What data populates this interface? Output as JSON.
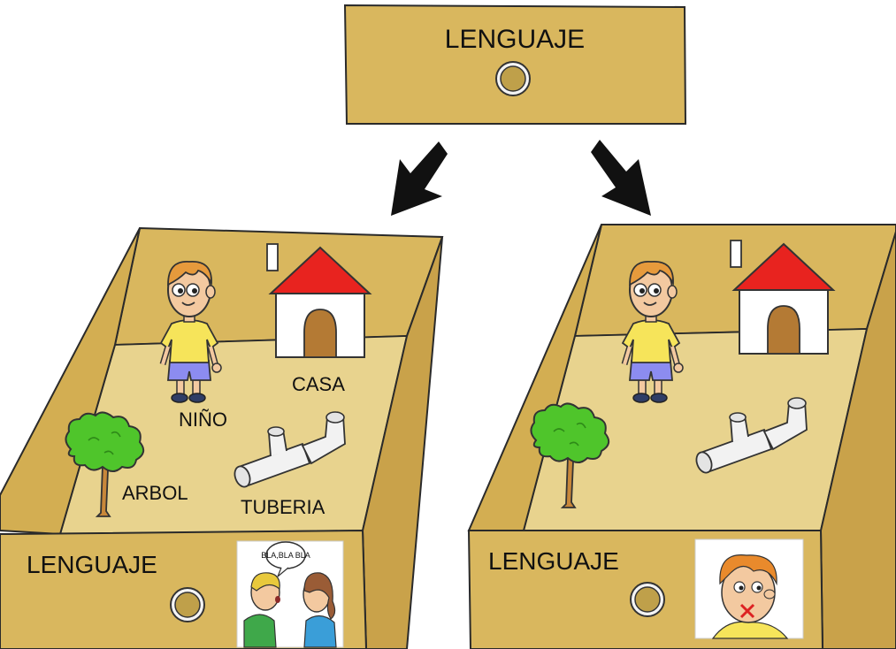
{
  "top_drawer": {
    "label": "LENGUAJE"
  },
  "left_box": {
    "front_label": "LENGUAJE",
    "speech_bubble": "BLA,BLA BLA",
    "items": {
      "child": "NIÑO",
      "house": "CASA",
      "tree": "ARBOL",
      "pipe": "TUBERIA"
    }
  },
  "right_box": {
    "front_label": "LENGUAJE"
  },
  "colors": {
    "cardboard": "#D9B75E",
    "cardboard_floor": "#E8D38E",
    "cardboard_dark": "#C9A24A",
    "roof": "#E8231F",
    "tree": "#4FC52B",
    "shirt": "#F6E45A",
    "shorts": "#8C8CF0",
    "hair": "#E69A3C"
  }
}
